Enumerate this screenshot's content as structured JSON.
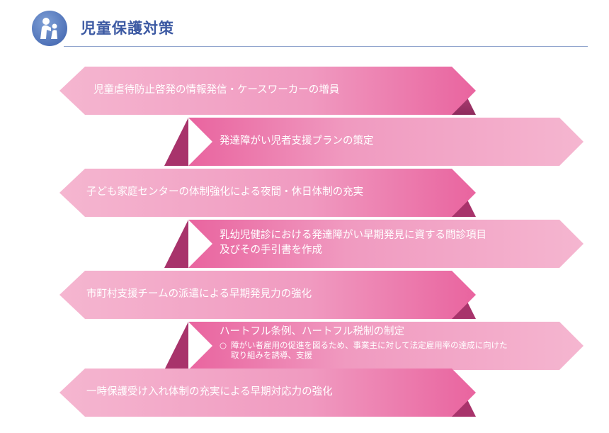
{
  "header": {
    "title": "児童保護対策",
    "icon": "child-care-icon"
  },
  "banners": [
    {
      "text": "児童虐待防止啓発の情報発信・ケースワーカーの増員",
      "direction": "left"
    },
    {
      "text": "発達障がい児者支援プランの策定",
      "direction": "right"
    },
    {
      "text": "子ども家庭センターの体制強化による夜間・休日体制の充実",
      "direction": "left"
    },
    {
      "line1": "乳幼児健診における発達障がい早期発見に資する問診項目",
      "line2": "及びその手引書を作成",
      "direction": "right"
    },
    {
      "text": "市町村支援チームの派遣による早期発見力の強化",
      "direction": "left"
    },
    {
      "text": "ハートフル条例、ハートフル税制の制定",
      "bullet": "○",
      "sub1": "障がい者雇用の促進を図るため、事業主に対して法定雇用率の達成に向けた",
      "sub2": "取り組みを誘導、支援",
      "direction": "right"
    },
    {
      "text": "一時保護受け入れ体制の充実による早期対応力の強化",
      "direction": "left"
    }
  ],
  "colors": {
    "title": "#3d5aa3",
    "banner_light": "#f5b3cf",
    "banner_mid": "#ee8fb8",
    "banner_dark": "#a8336b"
  }
}
